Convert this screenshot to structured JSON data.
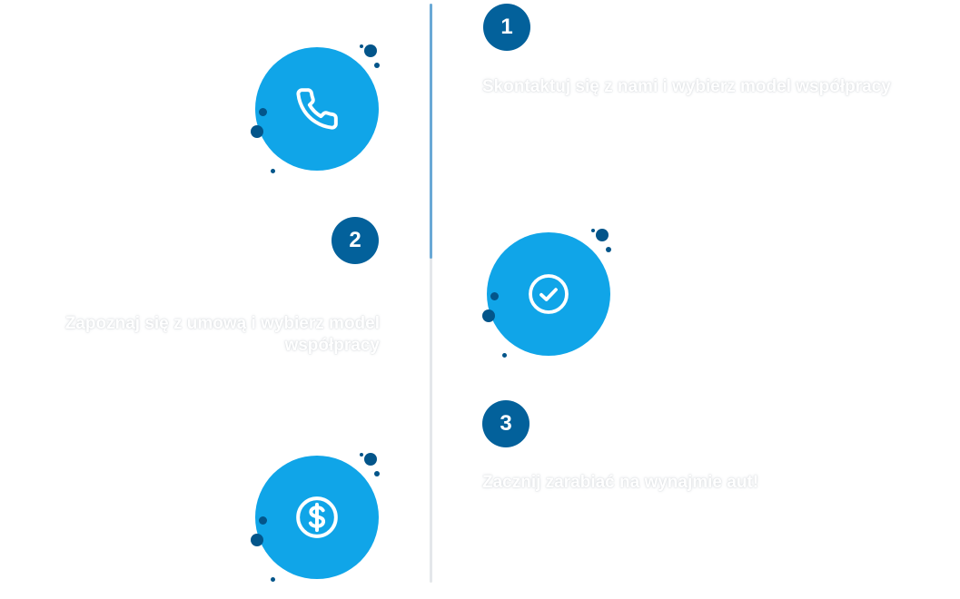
{
  "colors": {
    "bubble": "#10a5e8",
    "badge": "#03619b",
    "dot": "#03558a",
    "timeline": "#e4e7ea",
    "timeline_progress": "#6aa9d6"
  },
  "timeline": {
    "progress": 0.44
  },
  "steps": [
    {
      "number": "1",
      "icon": "phone-icon",
      "description": "Skontaktuj się z nami i wybierz model współpracy"
    },
    {
      "number": "2",
      "icon": "check-circle-icon",
      "description": "Zapoznaj się z umową i wybierz model współpracy"
    },
    {
      "number": "3",
      "icon": "dollar-circle-icon",
      "description": "Zacznij zarabiać na wynajmie aut!"
    }
  ]
}
